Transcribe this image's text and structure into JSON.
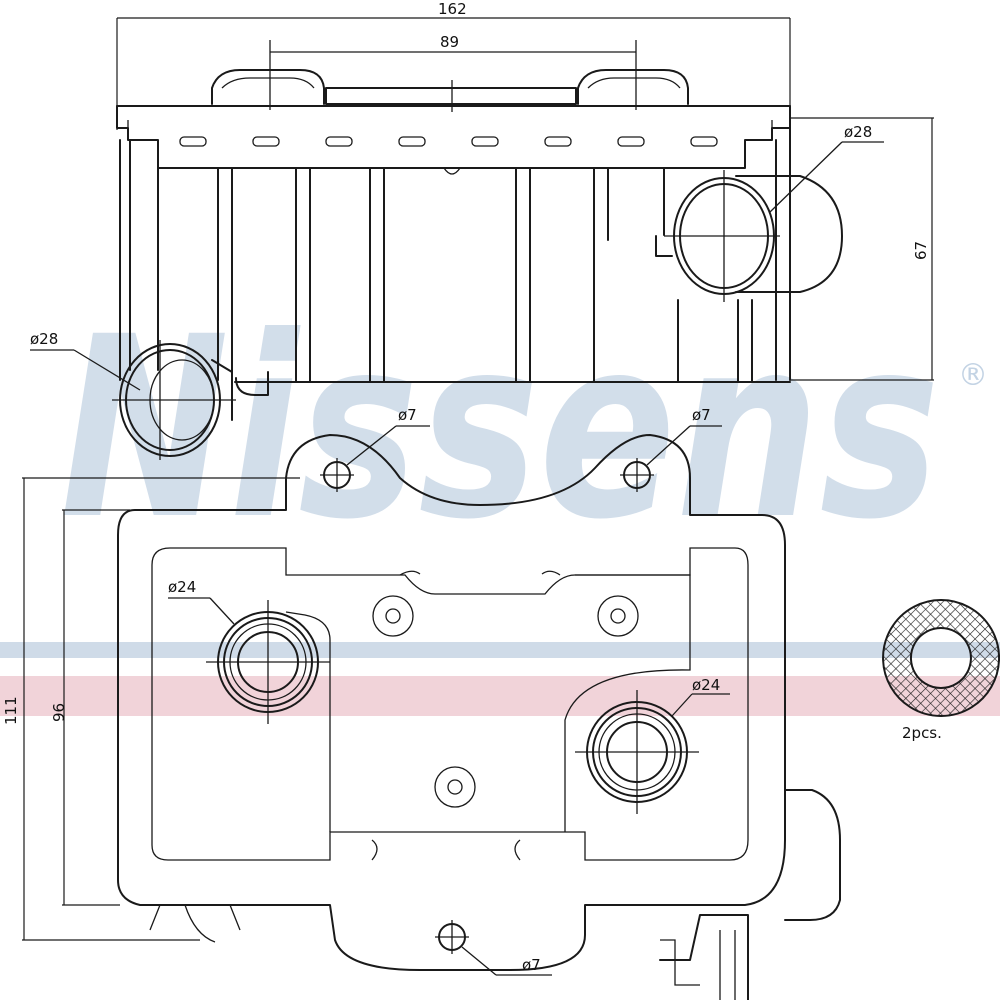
{
  "watermark": {
    "brand": "Nissens",
    "registered": "®"
  },
  "dimensions": {
    "overall_width": "162",
    "port_spacing": "89",
    "height_top": "67",
    "overall_height": "111",
    "inner_height": "96"
  },
  "callouts": {
    "top_right_port": "ø28",
    "top_left_port": "ø28",
    "mount_hole_left": "ø7",
    "mount_hole_right": "ø7",
    "mount_hole_bottom": "ø7",
    "port_left": "ø24",
    "port_right": "ø24",
    "seal_qty": "2pcs."
  },
  "colors": {
    "watermark_blue": "#c3d3e4",
    "watermark_band_pink": "#f1d3d9",
    "line": "#1a1a1a"
  }
}
